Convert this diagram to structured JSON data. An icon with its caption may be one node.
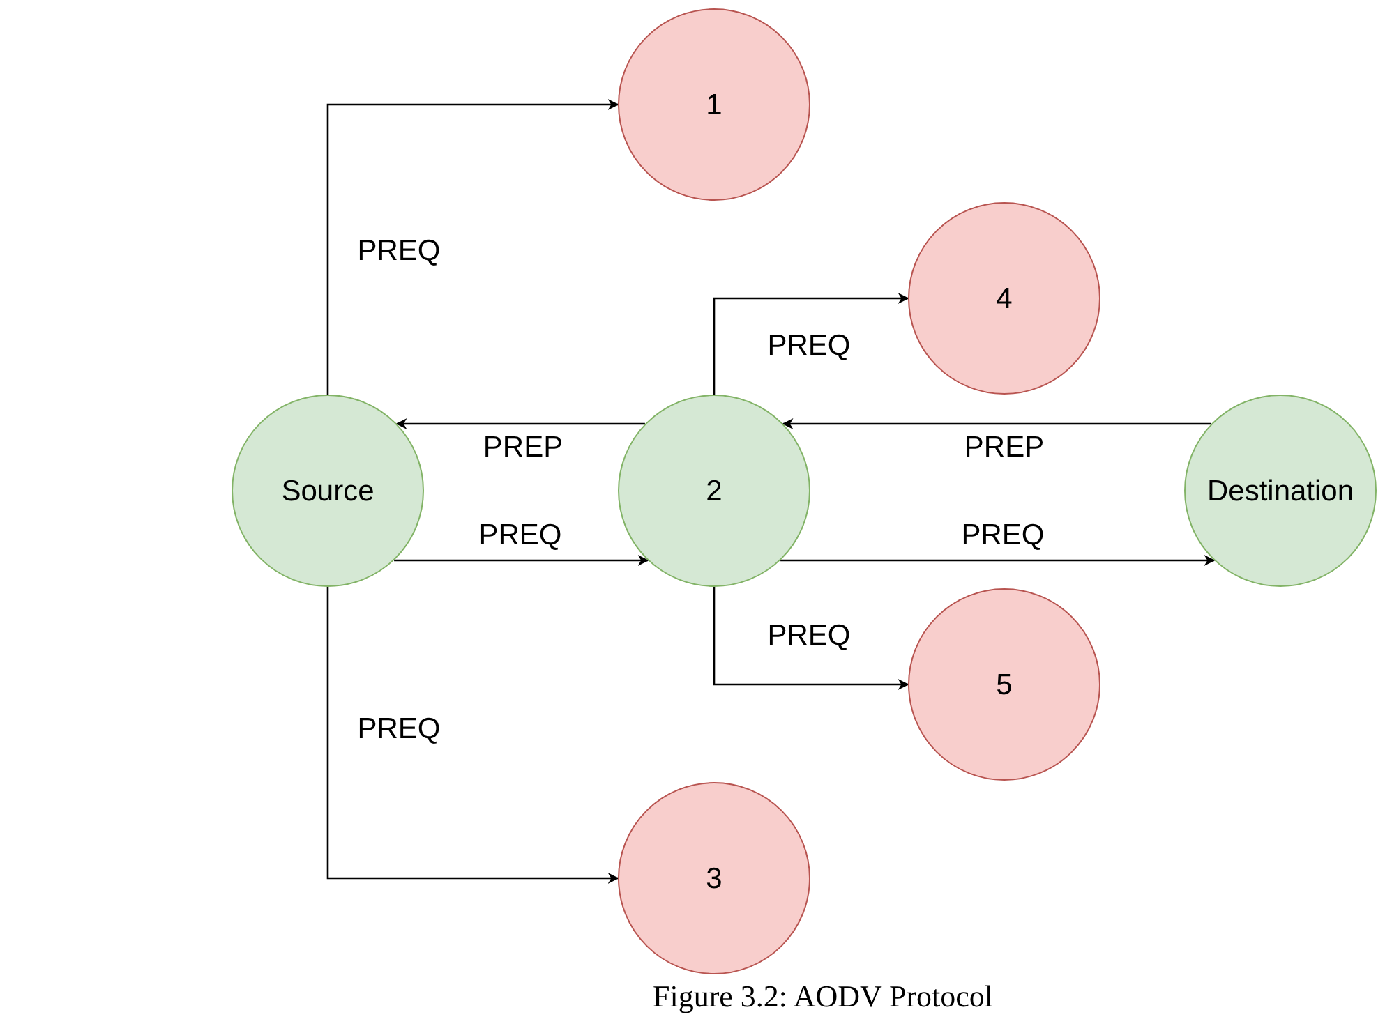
{
  "diagram": {
    "caption": "Figure 3.2: AODV Protocol",
    "nodes": [
      {
        "text": [
          "Source"
        ]
      },
      {
        "text": [
          "1"
        ]
      },
      {
        "text": [
          "2"
        ]
      },
      {
        "text": [
          "3"
        ]
      },
      {
        "text": [
          "4"
        ]
      },
      {
        "text": [
          "5"
        ]
      },
      {
        "text": [
          "Destination"
        ]
      }
    ],
    "edges": [
      {
        "from": 0,
        "to": 1,
        "arrow": "to",
        "label": "PREQ"
      },
      {
        "from": 2,
        "to": 0,
        "arrow": "to",
        "label": "PREP"
      },
      {
        "from": 0,
        "to": 2,
        "arrow": "to",
        "label": "PREQ"
      },
      {
        "from": 0,
        "to": 3,
        "arrow": "to",
        "label": "PREQ"
      },
      {
        "from": 2,
        "to": 4,
        "arrow": "to",
        "label": "PREQ"
      },
      {
        "from": 6,
        "to": 2,
        "arrow": "to",
        "label": "PREP"
      },
      {
        "from": 2,
        "to": 6,
        "arrow": "to",
        "label": "PREQ"
      },
      {
        "from": 2,
        "to": 5,
        "arrow": "to",
        "label": "PREQ"
      }
    ]
  }
}
